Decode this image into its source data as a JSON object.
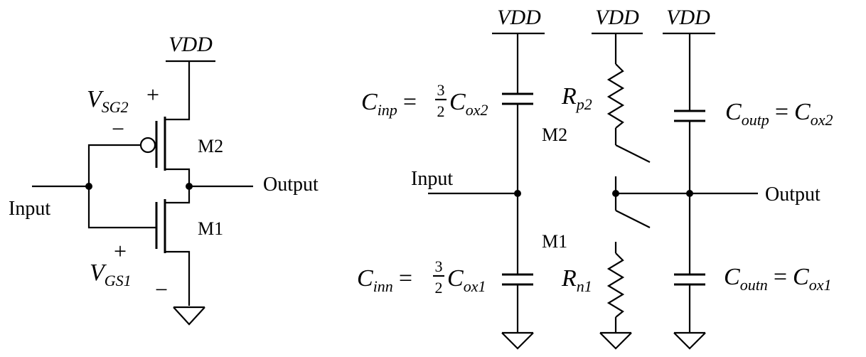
{
  "left": {
    "vdd": "VDD",
    "input": "Input",
    "output": "Output",
    "m2": "M2",
    "m1": "M1",
    "vsg2": {
      "main": "V",
      "sub": "SG2"
    },
    "vgs1": {
      "main": "V",
      "sub": "GS1"
    },
    "plus": "+",
    "minus": "−"
  },
  "right": {
    "vdd": "VDD",
    "input": "Input",
    "output": "Output",
    "m2": "M2",
    "m1": "M1",
    "cinp": {
      "c": "C",
      "sub": "inp",
      "eq": "=",
      "num": "3",
      "den": "2",
      "rc": "C",
      "rsub": "ox2"
    },
    "cinn": {
      "c": "C",
      "sub": "inn",
      "eq": "=",
      "num": "3",
      "den": "2",
      "rc": "C",
      "rsub": "ox1"
    },
    "rp2": {
      "r": "R",
      "sub": "p2"
    },
    "rn1": {
      "r": "R",
      "sub": "n1"
    },
    "coutp": {
      "c": "C",
      "sub": "outp",
      "eq": "=",
      "rc": "C",
      "rsub": "ox2"
    },
    "coutn": {
      "c": "C",
      "sub": "outn",
      "eq": "=",
      "rc": "C",
      "rsub": "ox1"
    }
  }
}
